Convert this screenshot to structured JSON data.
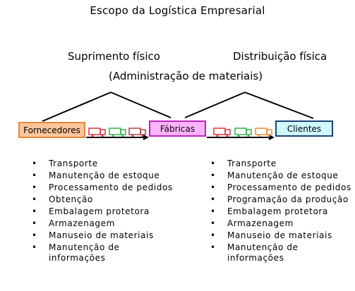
{
  "title": "Escopo da Logística Empresarial",
  "supply_label": "Suprimento físico",
  "distribution_label": "Distribuição física",
  "admin_label": "(Administração de materiais)",
  "nodes": {
    "suppliers": "Fornecedores",
    "factories": "Fábricas",
    "clients": "Clientes"
  },
  "colors": {
    "suppliers_fill": "#ffc59a",
    "factories_fill": "#ffb3ff",
    "clients_fill": "#cdf8ff",
    "truck_red": "#e0303a",
    "truck_green": "#2fb04a",
    "truck_dark": "#b04040",
    "truck_orange": "#f08a3a"
  },
  "left_list": [
    "Transporte",
    "Manutenção de estoque",
    "Processamento de pedidos",
    "Obtenção",
    "Embalagem protetora",
    "Armazenagem",
    "Manuseio de materiais",
    "Manutenção de informações"
  ],
  "right_list": [
    "Transporte",
    "Manutenção de estoque",
    "Processamento de pedidos",
    "Programação da produção",
    "Embalagem protetora",
    "Armazenagem",
    "Manuseio de materiais",
    "Manutenção de informações"
  ]
}
